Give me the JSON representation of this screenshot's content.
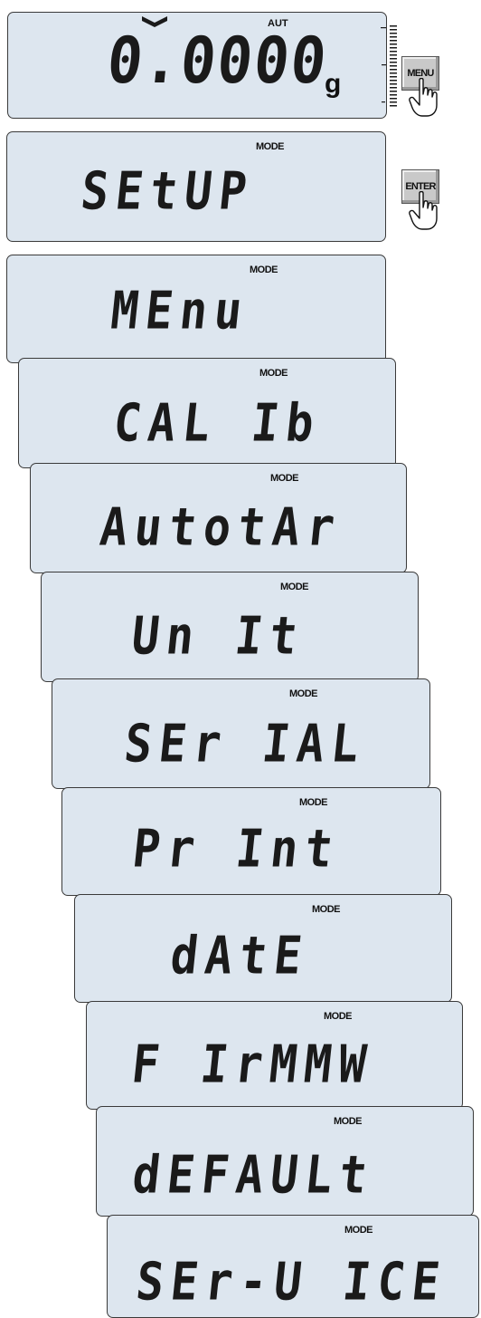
{
  "top_display": {
    "reading": "0.0000",
    "unit": "g",
    "aut_label": "AUT"
  },
  "buttons": {
    "menu": "MENU",
    "enter": "ENTER"
  },
  "mode_label": "MODE",
  "displays": [
    "SEtUP",
    "MEnu",
    "CAL Ib",
    "AutotAr",
    "Un It",
    "SEr IAL",
    "Pr Int",
    "dAtE",
    "F IrMMW",
    "dEFAULt",
    "SEr-U ICE"
  ],
  "colors": {
    "lcd_background": "#dde6ef",
    "lcd_border": "#3a3a3a",
    "segment": "#1a1a1a",
    "key_face": "#c9c9c9"
  }
}
